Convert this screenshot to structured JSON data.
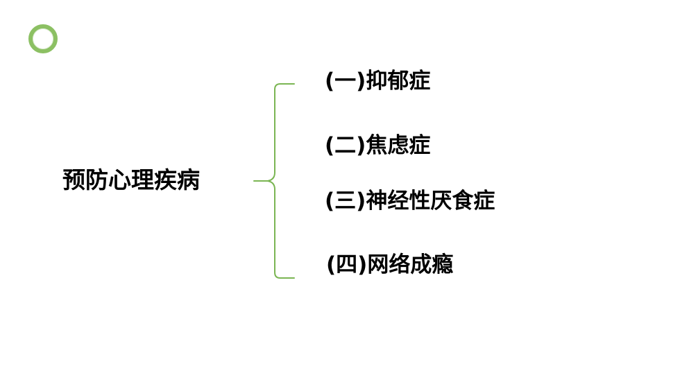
{
  "main_topic": "预防心理疾病",
  "items": [
    {
      "label": "(一)抑郁症"
    },
    {
      "label": "(二)焦虑症"
    },
    {
      "label": "(三)神经性厌食症"
    },
    {
      "label": "(四)网络成瘾"
    }
  ],
  "colors": {
    "accent_green": "#8cc063",
    "brace_green": "#7ab552",
    "text": "#000000"
  },
  "icons": {
    "logo": "ring-icon"
  }
}
